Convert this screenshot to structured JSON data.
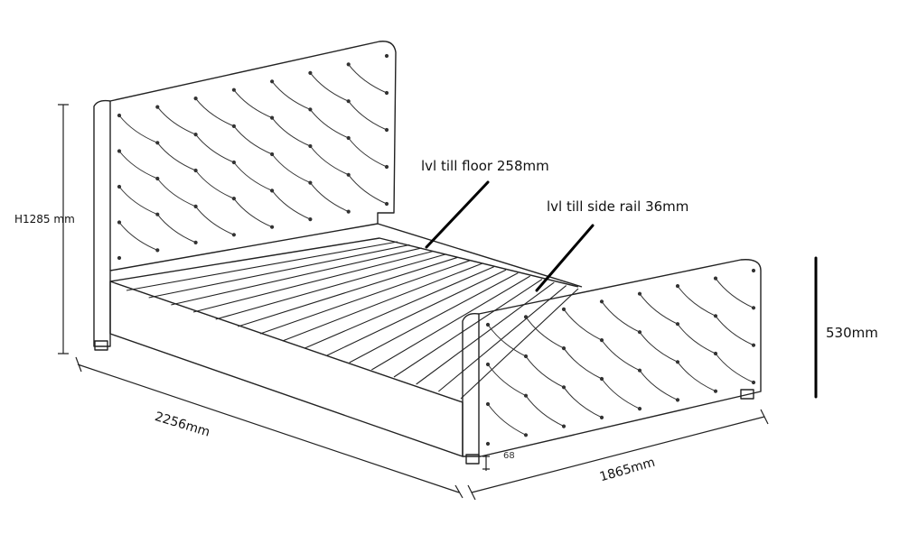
{
  "dimensions": {
    "height_label": "H1285 mm",
    "level_floor_label": "lvl till floor 258mm",
    "level_rail_label": "lvl till side rail 36mm",
    "footboard_label": "530mm",
    "length_label": "2256mm",
    "width_label": "1865mm",
    "foot_label": "68"
  },
  "colors": {
    "line": "#222222",
    "tuft": "#333333",
    "background": "#ffffff"
  }
}
